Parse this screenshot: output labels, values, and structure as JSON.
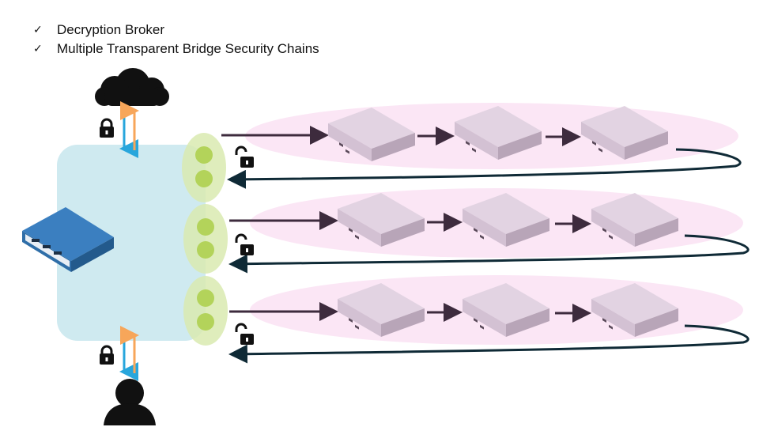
{
  "bullets": [
    {
      "icon": "checkmark-icon",
      "glyph": "✓",
      "text": "Decryption Broker"
    },
    {
      "icon": "checkmark-icon",
      "glyph": "✓",
      "text": "Multiple Transparent Bridge Security Chains"
    }
  ],
  "colors": {
    "broker_zone": "#cfeaf0",
    "port_group": "#d9eab0",
    "port_dot": "#b3d35a",
    "chain_zone": "#fbe6f5",
    "appliance_top": "#e2d3e2",
    "appliance_side": "#b8a5b8",
    "arrow_dark": "#3d2b3d",
    "return_line": "#0f2a36",
    "arrow_blue": "#28a6dc",
    "arrow_orange": "#f7a65a",
    "firewall_blue": "#2f6ea8",
    "icon_black": "#111111"
  },
  "nodes": {
    "internet": "cloud-icon",
    "client": "user-icon",
    "broker": "firewall-appliance"
  },
  "chains": [
    {
      "id": 1,
      "appliances": 3,
      "forward_lock": "unlocked"
    },
    {
      "id": 2,
      "appliances": 3,
      "forward_lock": "unlocked"
    },
    {
      "id": 3,
      "appliances": 3,
      "forward_lock": "unlocked"
    }
  ]
}
